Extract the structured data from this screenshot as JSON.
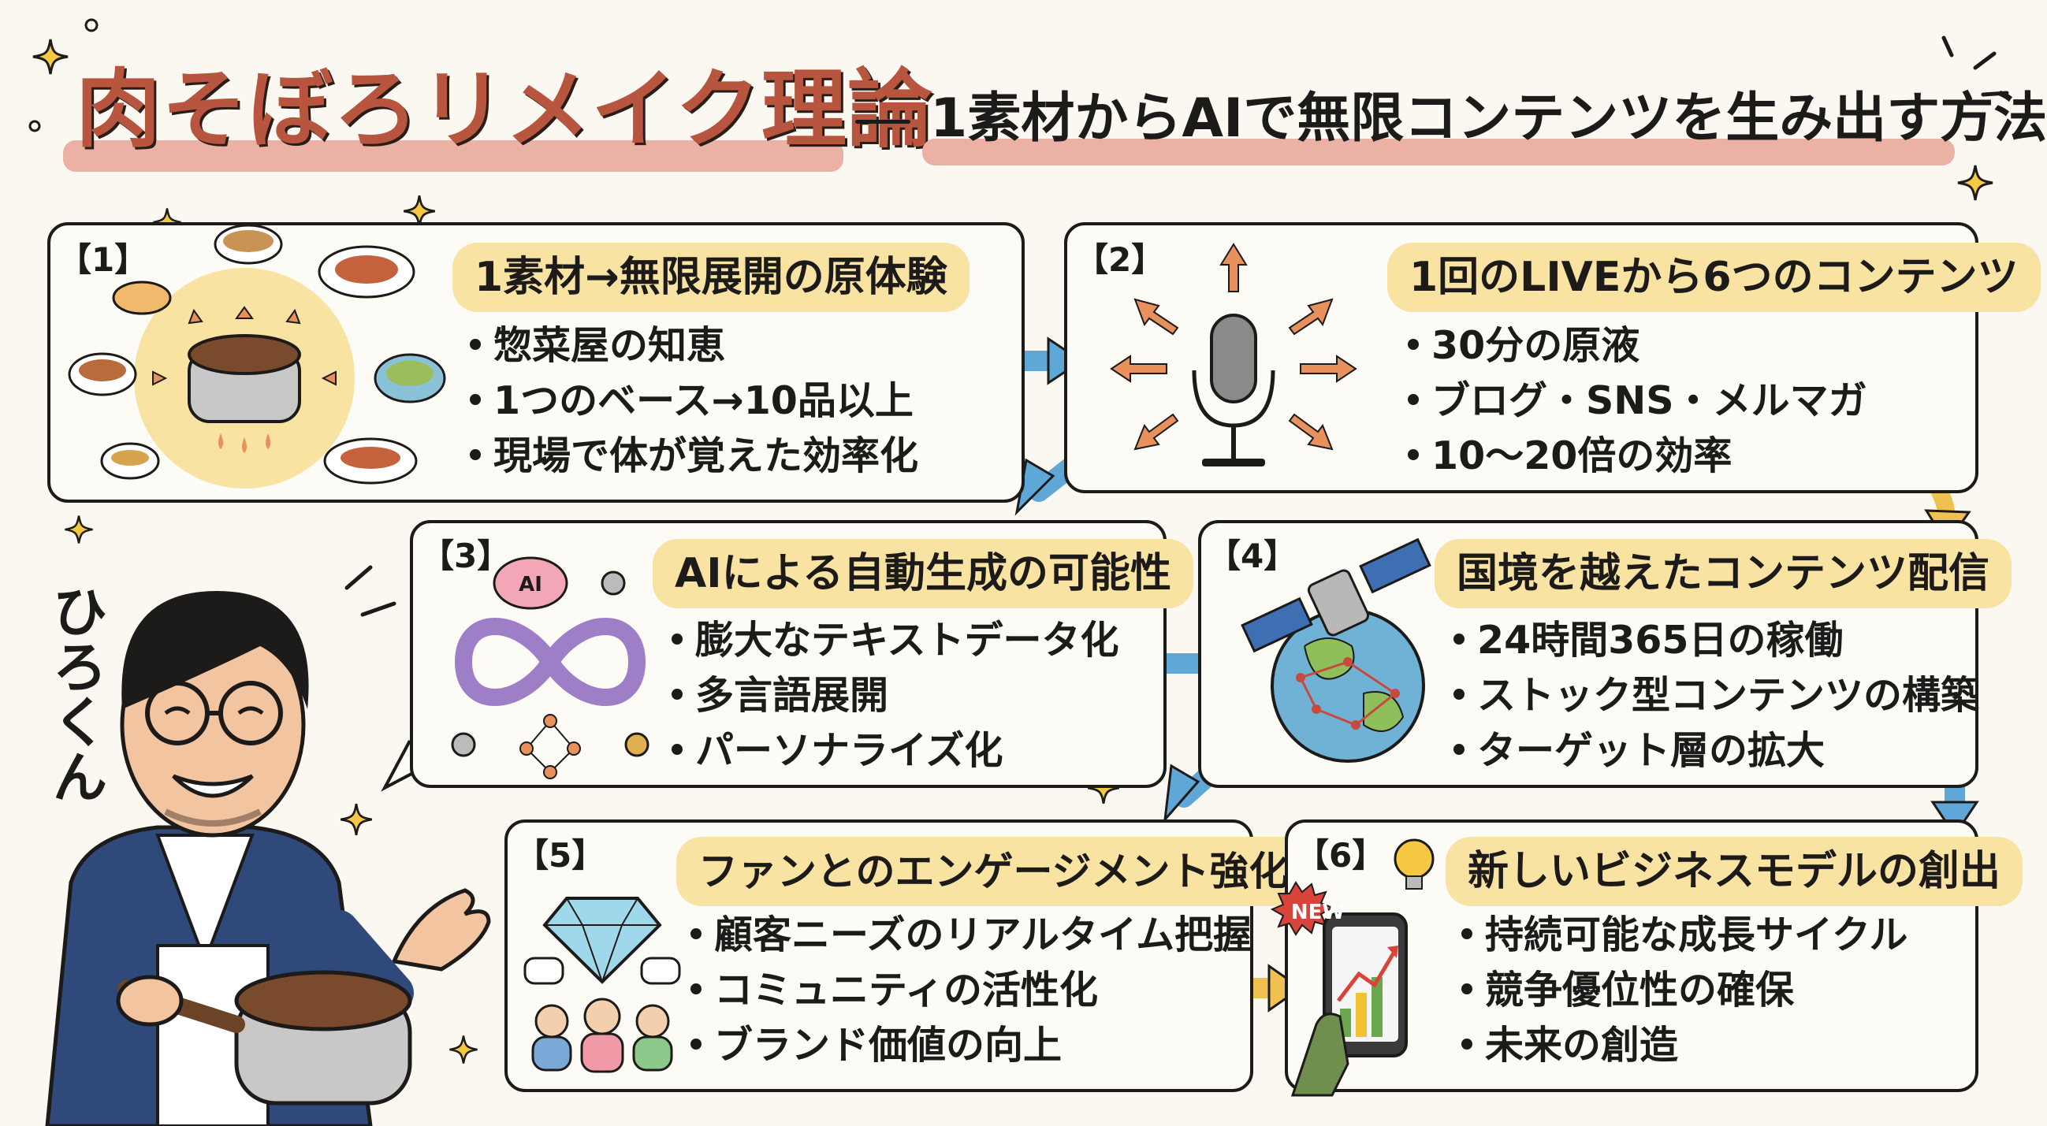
{
  "title": {
    "main": "肉そぼろリメイク理論",
    "subtitle": "1素材からAIで無限コンテンツを生み出す方法"
  },
  "character": {
    "name": "ひろくん"
  },
  "sections": [
    {
      "number": "【1】",
      "heading": "1素材→無限展開の原体験",
      "bullets": [
        "惣菜屋の知恵",
        "1つのベース→10品以上",
        "現場で体が覚えた効率化"
      ]
    },
    {
      "number": "【2】",
      "heading": "1回のLIVEから6つのコンテンツ",
      "bullets": [
        "30分の原液",
        "ブログ・SNS・メルマガ",
        "10〜20倍の効率"
      ]
    },
    {
      "number": "【3】",
      "heading": "AIによる自動生成の可能性",
      "bullets": [
        "膨大なテキストデータ化",
        "多言語展開",
        "パーソナライズ化"
      ],
      "icon_label": "AI"
    },
    {
      "number": "【4】",
      "heading": "国境を越えたコンテンツ配信",
      "bullets": [
        "24時間365日の稼働",
        "ストック型コンテンツの構築",
        "ターゲット層の拡大"
      ]
    },
    {
      "number": "【5】",
      "heading": "ファンとのエンゲージメント強化",
      "bullets": [
        "顧客ニーズのリアルタイム把握",
        "コミュニティの活性化",
        "ブランド価値の向上"
      ]
    },
    {
      "number": "【6】",
      "heading": "新しいビジネスモデルの創出",
      "bullets": [
        "持続可能な成長サイクル",
        "競争優位性の確保",
        "未来の創造"
      ],
      "badge": "NEW"
    }
  ],
  "colors": {
    "title_accent": "#b8553f",
    "heading_highlight": "#f8e3a3",
    "arrow_blue": "#5ea7d6",
    "arrow_orange": "#e8915c",
    "ink": "#1d1b19"
  }
}
